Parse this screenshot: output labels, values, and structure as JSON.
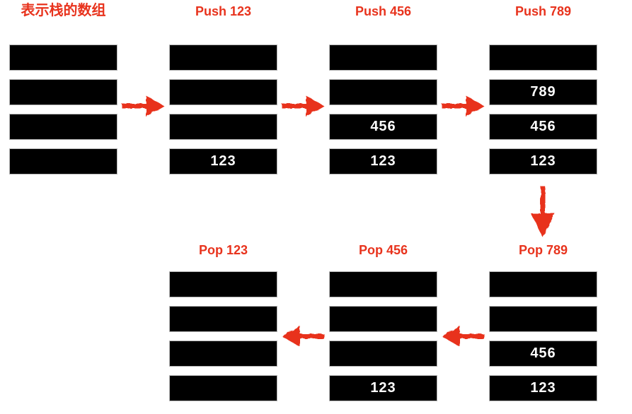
{
  "colors": {
    "background": "#ffffff",
    "accent_red": "#e8331d",
    "bar_fill": "#000000",
    "bar_border": "#b5b5b5",
    "bar_text": "#ffffff"
  },
  "diagram": {
    "description_visible_text_only": "stack push/pop sequence",
    "top_row": [
      {
        "label": "表示栈的数组",
        "cells": [
          "",
          "",
          "",
          ""
        ]
      },
      {
        "label": "Push 123",
        "cells": [
          "",
          "",
          "",
          "123"
        ]
      },
      {
        "label": "Push 456",
        "cells": [
          "",
          "",
          "456",
          "123"
        ]
      },
      {
        "label": "Push 789",
        "cells": [
          "",
          "789",
          "456",
          "123"
        ]
      }
    ],
    "bottom_row": [
      {
        "label": "Pop 123",
        "cells": [
          "",
          "",
          "",
          ""
        ]
      },
      {
        "label": "Pop 456",
        "cells": [
          "",
          "",
          "",
          "123"
        ]
      },
      {
        "label": "Pop 789",
        "cells": [
          "",
          "",
          "456",
          "123"
        ]
      }
    ],
    "icons": {
      "top_arrows": [
        "arrow-right",
        "arrow-right",
        "arrow-right"
      ],
      "down_arrow": "arrow-down",
      "bottom_arrows": [
        "arrow-left",
        "arrow-left"
      ]
    }
  }
}
